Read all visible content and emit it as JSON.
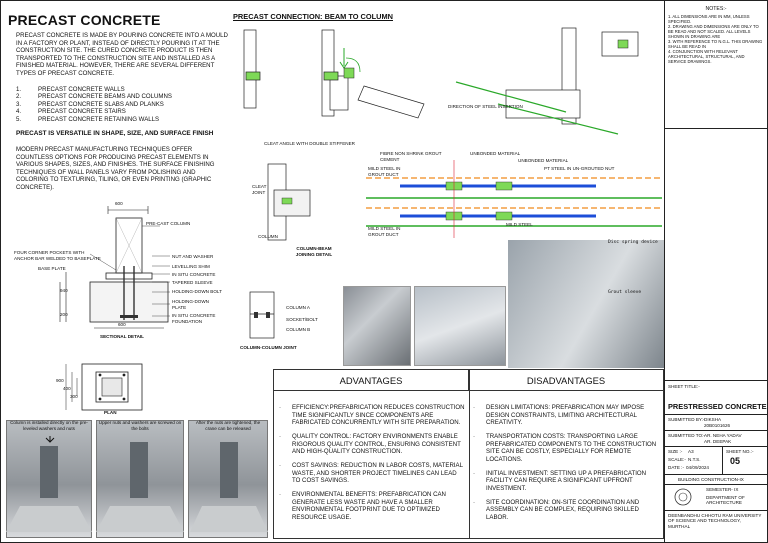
{
  "main": {
    "title": "PRECAST CONCRETE",
    "intro": "PRECAST CONCRETE IS MADE BY POURING CONCRETE INTO A MOULD IN A FACTORY OR PLANT, INSTEAD OF DIRECTLY POURING IT AT THE CONSTRUCTION SITE. THE CURED CONCRETE PRODUCT IS THEN TRANSPORTED TO THE CONSTRUCTION SITE AND INSTALLED AS A FINISHED MATERIAL. HOWEVER, THERE ARE SEVERAL DIFFERENT TYPES OF PRECAST CONCRETE.",
    "types": [
      {
        "n": "1.",
        "label": "PRECAST CONCRETE WALLS"
      },
      {
        "n": "2.",
        "label": "PRECAST CONCRETE BEAMS AND COLUMNS"
      },
      {
        "n": "3.",
        "label": "PRECAST CONCRETE SLABS AND PLANKS"
      },
      {
        "n": "4.",
        "label": "PRECAST CONCRETE STAIRS"
      },
      {
        "n": "5.",
        "label": "PRECAST CONCRETE RETAINING WALLS"
      }
    ],
    "versatile": "PRECAST IS VERSATILE IN SHAPE, SIZE, AND SURFACE FINISH",
    "modern": "MODERN PRECAST MANUFACTURING TECHNIQUES OFFER COUNTLESS OPTIONS FOR PRODUCING PRECAST ELEMENTS IN VARIOUS SHAPES, SIZES, AND FINISHES. THE SURFACE FINISHING TECHNIQUES OF WALL PANELS VARY FROM POLISHING AND COLORING TO TEXTURING, TILING, OR EVEN PRINTING (GRAPHIC CONCRETE)."
  },
  "connection": {
    "title": "PRECAST CONNECTION: BEAM TO COLUMN",
    "cleat_caption": "CLEAT ANGLE WITH DOUBLE STIFFENER",
    "steel_insertion": "DIRECTION OF STEEL INSERTION",
    "cbjd_title": "COLUMN-BEAM JOINING DETAIL",
    "cbjd_cleat": "CLEAT JOINT",
    "cbjd_column": "COLUMN",
    "ccj_title": "COLUMN-COLUMN JOINT",
    "ccj_a": "COLUMN A",
    "ccj_socket": "SOCKET/BOLT",
    "ccj_b": "COLUMN B",
    "disc_spring": "Disc spring device",
    "grout_sleeve": "Grout sleeve"
  },
  "grout_detail": {
    "fibre": "FIBRE NON SHRINK GROUT CEMENT",
    "unbonded1": "UNBONDED MATERIAL",
    "unbonded2": "UNBONDED MATERIAL",
    "mild_steel_top": "MILD STEEL IN GROUT DUCT",
    "pt_steel": "PT STEEL IN UN-GROUTED NUT",
    "mild_steel_bottom": "MILD STEEL IN GROUT DUCT",
    "mild_steel_right": "MILD STEEL"
  },
  "sectional": {
    "title": "SECTIONAL DETAIL",
    "dim_top": "600",
    "dim_bottom": "600",
    "dim_side": "940",
    "dim_side2": "200",
    "precast_column": "PRE-CAST COLUMN",
    "pockets": "FOUR CORNER POCKETS WITH ANCHOR BAR WELDED TO BASEPLATE",
    "base_plate": "BASE PLATE",
    "nut_washer": "NUT AND WASHER",
    "levelling_shim": "LEVELLING SHIM",
    "in_situ": "IN SITU CONCRETE",
    "tapered_sleeve": "TAPERED SLEEVE",
    "holding_bolt": "HOLDING-DOWN BOLT",
    "holding_plate": "HOLDING-DOWN PLATE",
    "foundation": "IN SITU CONCRETE FOUNDATION"
  },
  "plan": {
    "title": "PLAN",
    "dims": [
      "300",
      "400",
      "900"
    ]
  },
  "steps": [
    "Column is installed directly on the pre-leveled washers and nuts",
    "Upper nuts and washers are screwed on the bolts",
    "After the nuts are tightened, the crane can be released"
  ],
  "advantages": {
    "header": "ADVANTAGES",
    "items": [
      "EFFICIENCY:PREFABRICATION REDUCES CONSTRUCTION TIME SIGNIFICANTLY SINCE COMPONENTS ARE FABRICATED CONCURRENTLY WITH SITE PREPARATION.",
      "QUALITY CONTROL: FACTORY ENVIRONMENTS ENABLE RIGOROUS QUALITY CONTROL, ENSURING CONSISTENT AND HIGH-QUALITY CONSTRUCTION.",
      "COST SAVINGS: REDUCTION IN LABOR COSTS, MATERIAL WASTE, AND SHORTER PROJECT TIMELINES CAN LEAD TO COST SAVINGS.",
      "ENVIRONMENTAL BENEFITS: PREFABRICATION CAN GENERATE LESS WASTE AND HAVE A SMALLER ENVIRONMENTAL FOOTPRINT DUE TO OPTIMIZED RESOURCE USAGE."
    ]
  },
  "disadvantages": {
    "header": "DISADVANTAGES",
    "items": [
      "DESIGN LIMITATIONS: PREFABRICATION MAY IMPOSE DESIGN CONSTRAINTS, LIMITING ARCHITECTURAL CREATIVITY.",
      "TRANSPORTATION COSTS: TRANSPORTING LARGE PREFABRICATED COMPONENTS TO THE CONSTRUCTION SITE CAN BE COSTLY, ESPECIALLY FOR REMOTE LOCATIONS.",
      "INITIAL INVESTMENT: SETTING UP A PREFABRICATION FACILITY CAN REQUIRE A SIGNIFICANT UPFRONT INVESTMENT.",
      "SITE COORDINATION: ON-SITE COORDINATION AND ASSEMBLY CAN BE COMPLEX, REQUIRING SKILLED LABOR."
    ]
  },
  "notes": {
    "title": "NOTES:-",
    "items": [
      "1. ALL DIMENSIONS ARE IN MM, UNLESS SPECIFIED.",
      "2. DRAWING AND DIMENSIONS ARE ONLY TO BE READ AND NOT SCALED. ALL LEVELS SHOWN IN DRAWING ARE",
      "3. WITH REFERENCE TO N.G.L. THIS DRAWING SHALL BE READ IN",
      "4. CONJUNCTION WITH RELEVANT ARCHITECTURAL, STRUCTURAL, AND SERVICE DRAWINGS."
    ]
  },
  "titleblock": {
    "sheet_title_label": "SHEET TITLE:-",
    "project": "PRESTRESSED CONCRETE",
    "submitted_by_label": "SUBMITTED BY:-",
    "submitted_by_name": "DIKSHA",
    "submitted_by_id": "20B0101626",
    "submitted_to_label": "SUBMITTED TO:-",
    "submitted_to_1": "AR. NEHA YADAV",
    "submitted_to_2": "AR. DEEPAK",
    "size_label": "SIZE :-",
    "size_val": "A3",
    "scale_label": "SCALE:-",
    "scale_val": "N.T.S.",
    "date_label": "DATE :-",
    "date_val": "04/09/2024",
    "sheet_no_label": "SHEET NO.:-",
    "sheet_no": "05",
    "course": "BUILDING CONSTRUCTION-IX",
    "semester": "SEMESTER- IX",
    "department": "DEPARTMENT OF ARCHITECTURE",
    "university": "DEENBANDHU CHHOTU RAM UNIVERSITY OF SCIENCE AND TECHNOLOGY, MURTHAL"
  }
}
